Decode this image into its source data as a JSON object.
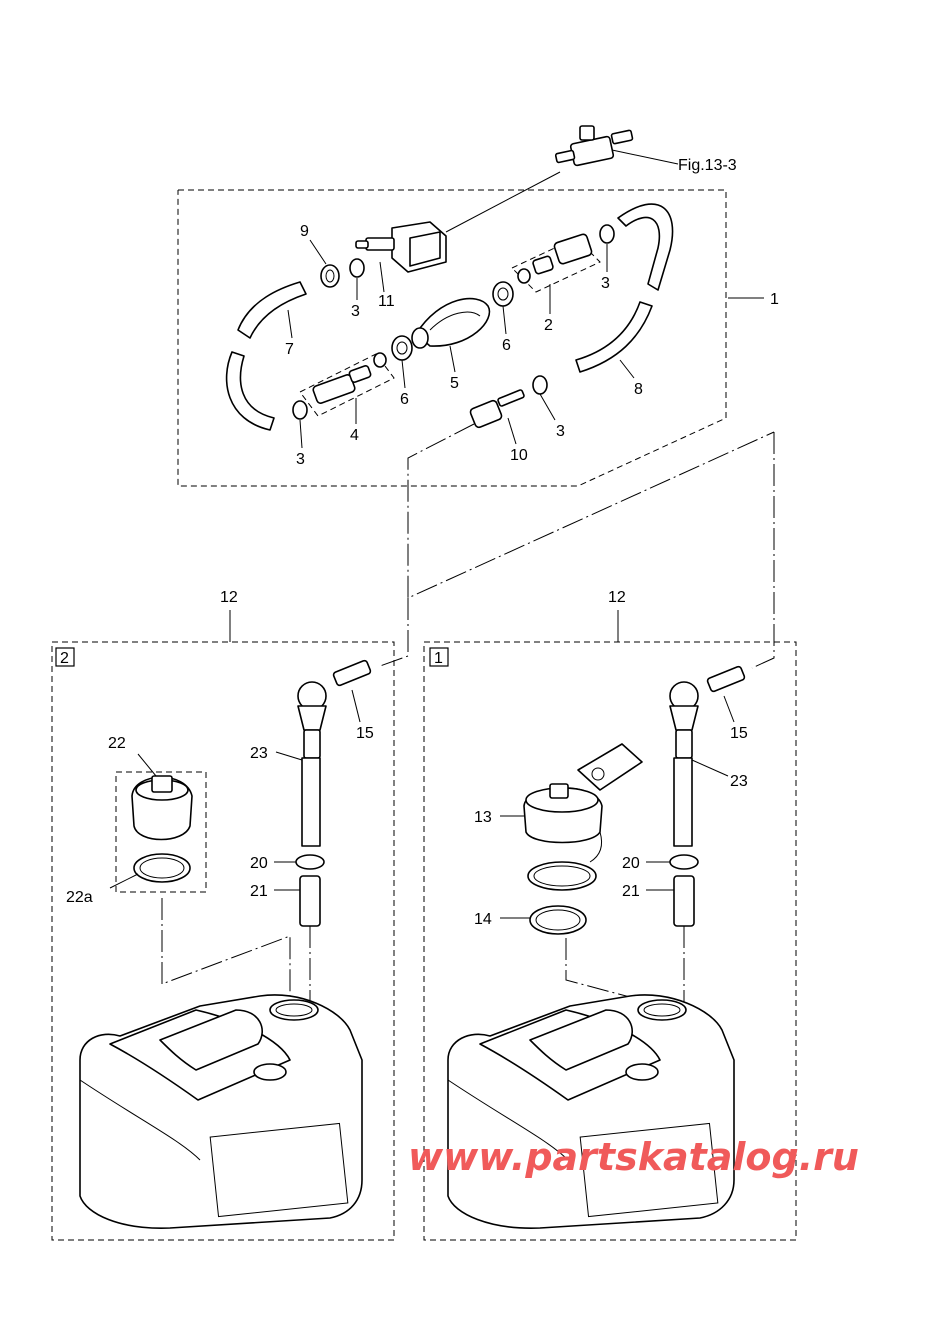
{
  "labels": {
    "fig_ref": "Fig.13-3",
    "p1": "1",
    "p2": "2",
    "p3a": "3",
    "p3b": "3",
    "p3c": "3",
    "p3d": "3",
    "p4": "4",
    "p5": "5",
    "p6a": "6",
    "p6b": "6",
    "p7": "7",
    "p8": "8",
    "p9": "9",
    "p10": "10",
    "p11": "11",
    "p12_left": "12",
    "p12_right": "12",
    "p13": "13",
    "p14": "14",
    "p15_left": "15",
    "p15_right": "15",
    "p20_left": "20",
    "p20_right": "20",
    "p21_left": "21",
    "p21_right": "21",
    "p22": "22",
    "p22a": "22a",
    "p23_left": "23",
    "p23_right": "23"
  },
  "variant_boxes": {
    "left": "2",
    "right": "1"
  },
  "watermark": "www.partskatalog.ru",
  "colors": {
    "watermark": "#f05a5a",
    "lines": "#000000"
  }
}
